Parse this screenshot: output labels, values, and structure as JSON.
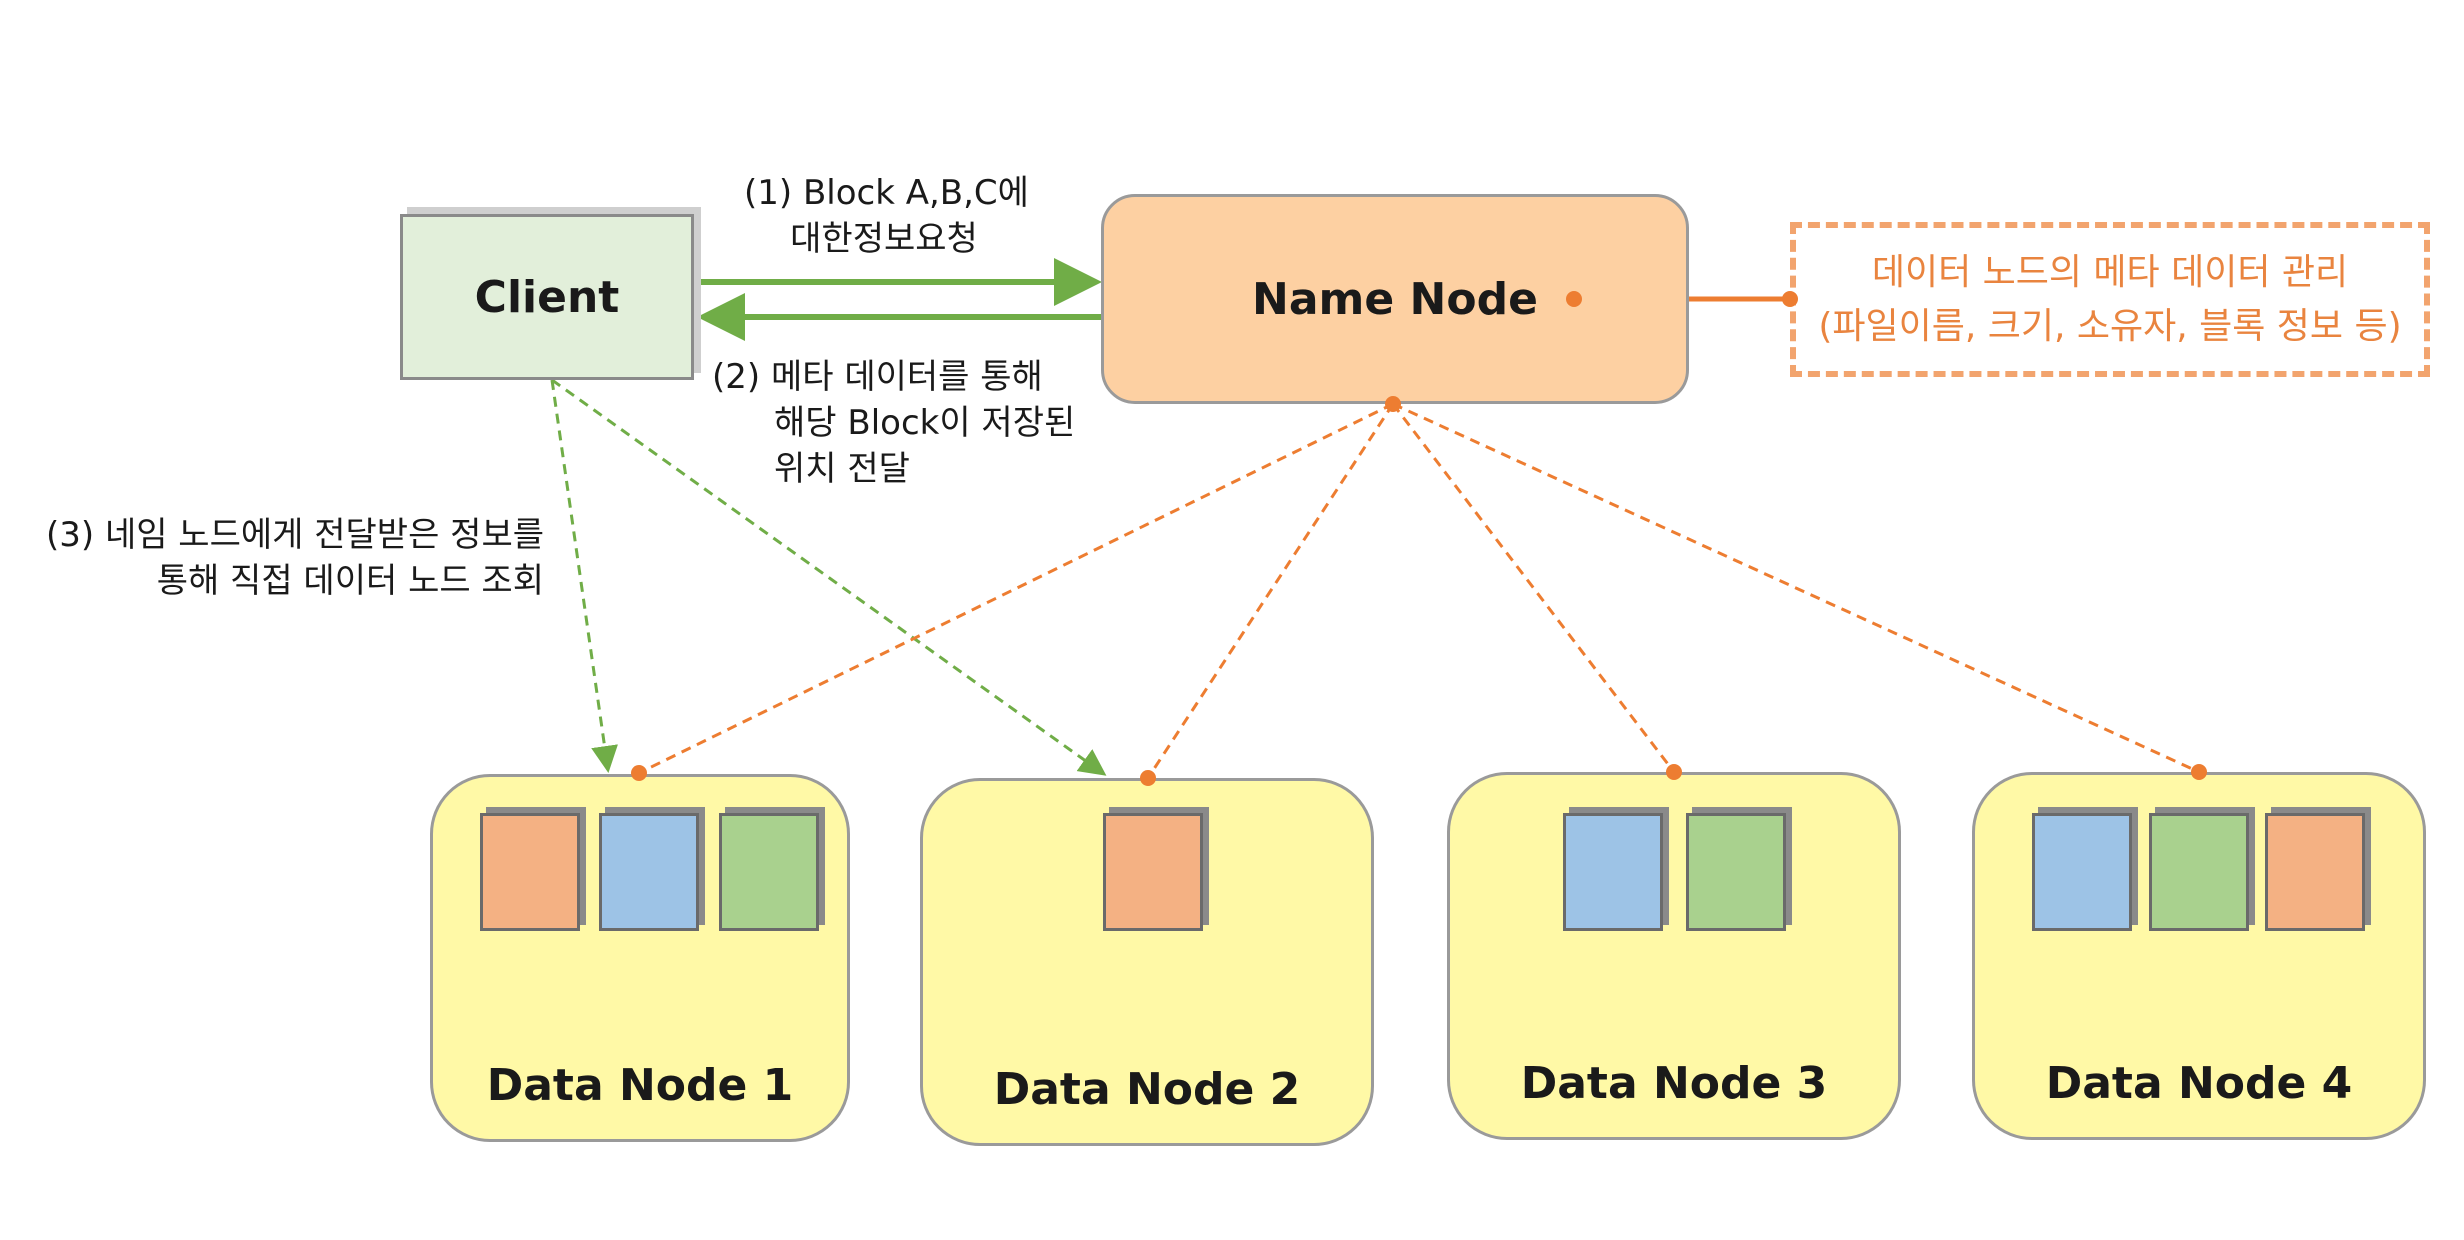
{
  "client": {
    "label": "Client"
  },
  "name_node": {
    "label": "Name Node"
  },
  "metadata_note": {
    "line1": "데이터 노드의 메타 데이터 관리",
    "line2": "(파일이름, 크기, 소유자, 블록 정보 등)"
  },
  "edges": {
    "request": {
      "line1": "(1) Block A,B,C에",
      "line2": "대한정보요청"
    },
    "response": {
      "line1": "(2) 메타 데이터를 통해",
      "line2": "해당 Block이 저장된",
      "line3": "위치 전달"
    },
    "direct": {
      "line1": "(3) 네임 노드에게 전달받은 정보를",
      "line2": "통해 직접 데이터 노드 조회"
    }
  },
  "data_nodes": [
    {
      "label": "Data Node 1",
      "blocks": [
        "orange",
        "blue",
        "green"
      ]
    },
    {
      "label": "Data Node 2",
      "blocks": [
        "orange"
      ]
    },
    {
      "label": "Data Node 3",
      "blocks": [
        "blue",
        "green"
      ]
    },
    {
      "label": "Data Node 4",
      "blocks": [
        "blue",
        "green",
        "orange"
      ]
    }
  ],
  "colors": {
    "block_orange": "#f4b183",
    "block_blue": "#9dc3e6",
    "block_green": "#a9d18e",
    "green_arrow": "#70ad47",
    "orange_line": "#ed7d31"
  }
}
